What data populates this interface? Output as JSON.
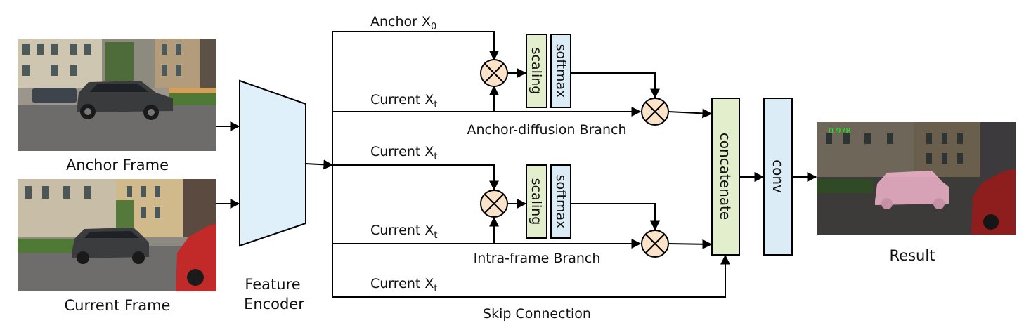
{
  "diagram": {
    "inputs": {
      "anchor_caption": "Anchor Frame",
      "current_caption": "Current Frame"
    },
    "encoder": {
      "line1": "Feature",
      "line2": "Encoder"
    },
    "edges": {
      "anchor_x0": {
        "base": "Anchor X",
        "sub": "0"
      },
      "current_xt": {
        "base": "Current X",
        "sub": "t"
      }
    },
    "blocks": {
      "scaling": "scaling",
      "softmax": "softmax",
      "concatenate": "concatenate",
      "conv": "conv"
    },
    "branches": {
      "anchor_diffusion": "Anchor-diffusion Branch",
      "intra_frame": "Intra-frame Branch",
      "skip": "Skip Connection"
    },
    "result": {
      "caption": "Result",
      "score": "0.978"
    },
    "colors": {
      "encoder_fill": "#dff0fb",
      "scaling_fill": "#e3efcc",
      "softmax_fill": "#dcecf7",
      "concat_fill": "#e3efcc",
      "conv_fill": "#dcecf7",
      "multiply_fill": "#fbe3c9",
      "score_text": "#22ee22",
      "car_overlay": "#f2b5cd"
    }
  }
}
